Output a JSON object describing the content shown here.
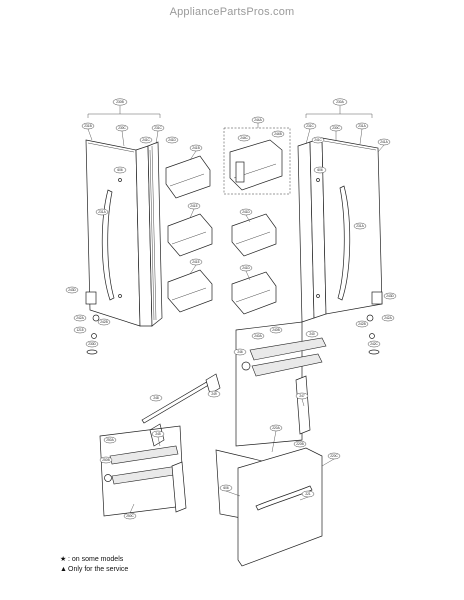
{
  "watermark": "AppliancePartsPros.com",
  "legend": [
    {
      "symbol": "★",
      "text": ": on some models"
    },
    {
      "symbol": "▲",
      "text": "Only for the service"
    }
  ],
  "callouts": {
    "c230b": "230B",
    "c231b": "231B",
    "c230c_l": "230C",
    "c231c_l": "231C",
    "c241c_l": "241C",
    "c241d": "241D",
    "c241b": "241B",
    "c241e": "241E",
    "c244a": "244A",
    "c244b": "244B",
    "c244c": "244C",
    "c230a": "230A",
    "c231a": "231A",
    "c231c_r": "231C",
    "c230c_r": "230C",
    "c241c_r": "241C",
    "c241a_r": "241A",
    "c241d_r": "241D",
    "c243d": "243D",
    "c231a_b": "231A",
    "c606": "606",
    "c606_r": "606",
    "c243d_r": "243D",
    "c242a": "242A",
    "c242b": "242B",
    "c242c": "242C",
    "c1215": "1215",
    "c230d": "230D",
    "c240": "240",
    "c240a": "240A",
    "c240b": "240B",
    "c246": "246",
    "c247": "247",
    "c248": "248",
    "c249": "249",
    "c220a": "220A",
    "c220b": "220B",
    "c220c": "220C",
    "c221": "221",
    "c245": "245",
    "c250a": "250A",
    "c250b": "250B",
    "c250c": "250C",
    "c606_bot": "606"
  }
}
